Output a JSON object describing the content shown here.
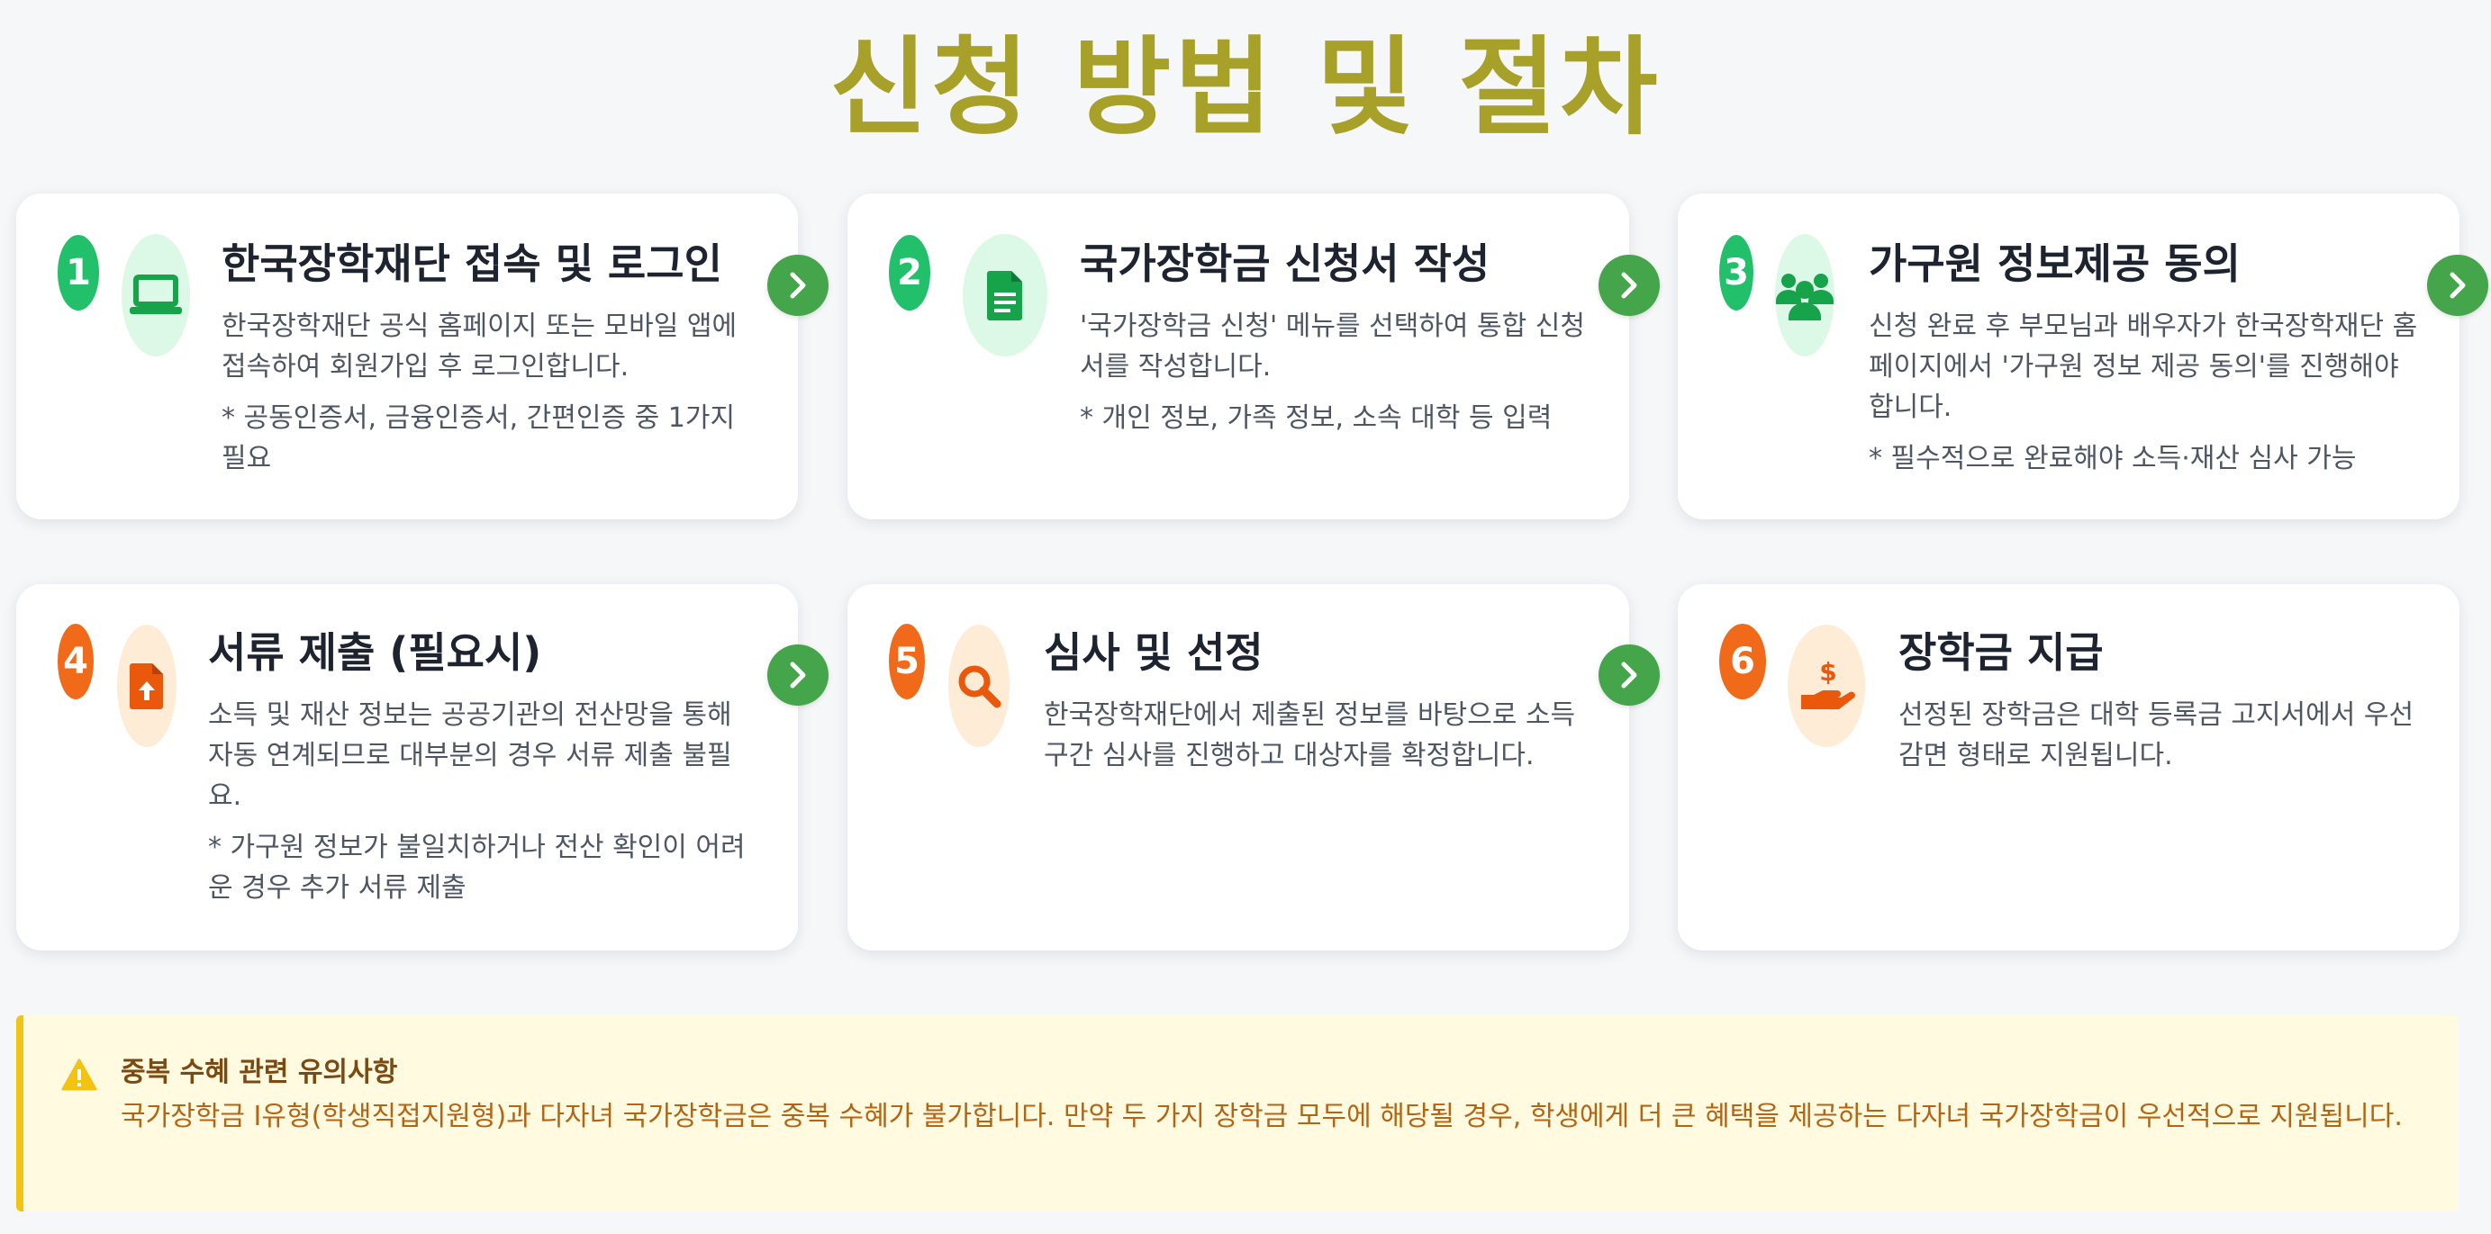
{
  "page": {
    "title": "신청 방법 및 절차"
  },
  "steps": [
    {
      "number": "1",
      "icon": "laptop-icon",
      "title": "한국장학재단 접속 및 로그인",
      "desc": "한국장학재단 공식 홈페이지 또는 모바일 앱에 접속하여 회원가입 후 로그인합니다.",
      "note": "* 공동인증서, 금융인증서, 간편인증 중 1가지 필요"
    },
    {
      "number": "2",
      "icon": "document-icon",
      "title": "국가장학금 신청서 작성",
      "desc": "'국가장학금 신청' 메뉴를 선택하여 통합 신청서를 작성합니다.",
      "note": "* 개인 정보, 가족 정보, 소속 대학 등 입력"
    },
    {
      "number": "3",
      "icon": "family-icon",
      "title": "가구원 정보제공 동의",
      "desc": "신청 완료 후 부모님과 배우자가 한국장학재단 홈페이지에서 '가구원 정보 제공 동의'를 진행해야 합니다.",
      "note": "* 필수적으로 완료해야 소득·재산 심사 가능"
    },
    {
      "number": "4",
      "icon": "file-upload-icon",
      "title": "서류 제출 (필요시)",
      "desc": "소득 및 재산 정보는 공공기관의 전산망을 통해 자동 연계되므로 대부분의 경우 서류 제출 불필요.",
      "note": "* 가구원 정보가 불일치하거나 전산 확인이 어려운 경우 추가 서류 제출"
    },
    {
      "number": "5",
      "icon": "search-icon",
      "title": "심사 및 선정",
      "desc": "한국장학재단에서 제출된 정보를 바탕으로 소득 구간 심사를 진행하고 대상자를 확정합니다.",
      "note": ""
    },
    {
      "number": "6",
      "icon": "hand-dollar-icon",
      "title": "장학금 지급",
      "desc": "선정된 장학금은 대학 등록금 고지서에서 우선 감면 형태로 지원됩니다.",
      "note": ""
    }
  ],
  "notice": {
    "icon": "warning-icon",
    "title": "중복 수혜 관련 유의사항",
    "text": "국가장학금 Ⅰ유형(학생직접지원형)과 다자녀 국가장학금은 중복 수혜가 불가합니다. 만약 두 가지 장학금 모두에 해당될 경우, 학생에게 더 큰 혜택을 제공하는 다자녀 국가장학금이 우선적으로 지원됩니다."
  },
  "colors": {
    "title": "#a7a12a",
    "green_accent": "#22c06a",
    "orange_accent": "#f06a1a",
    "arrow": "#45a54a",
    "notice_border": "#f2c313",
    "notice_bg": "#fffae0"
  }
}
